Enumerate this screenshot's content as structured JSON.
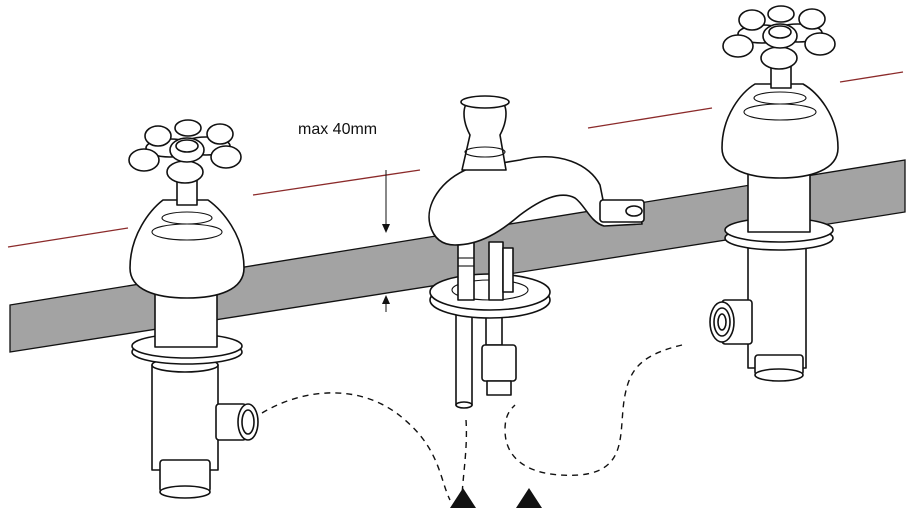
{
  "diagram": {
    "dimension_label": "max 40mm",
    "colors": {
      "countertop_fill": "#a3a3a3",
      "surface_line": "#8b2a2a",
      "ink": "#111111"
    },
    "components": [
      "left-cross-handle-valve",
      "center-spout-mixer",
      "right-cross-handle-valve",
      "countertop",
      "supply-hoses",
      "flow-arrows"
    ]
  }
}
